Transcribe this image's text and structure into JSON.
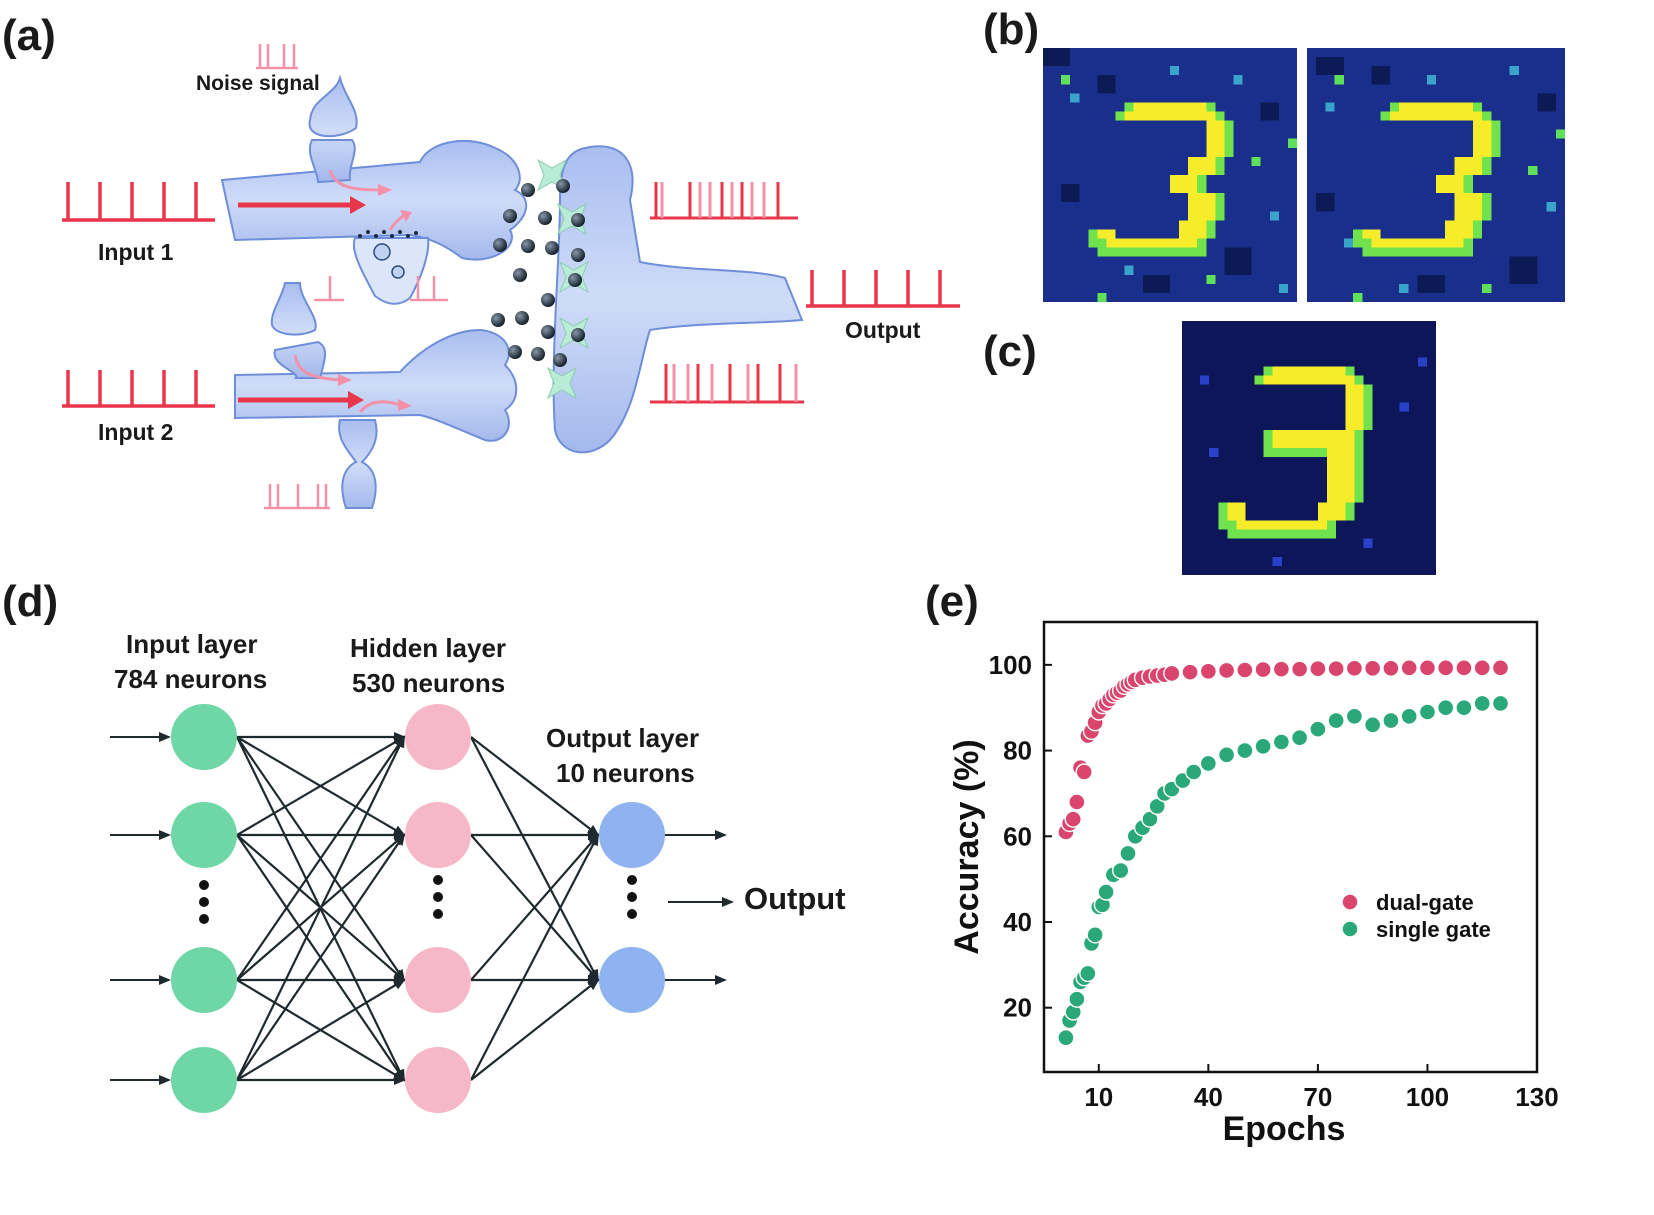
{
  "panels": {
    "a": "(a)",
    "b": "(b)",
    "c": "(c)",
    "d": "(d)",
    "e": "(e)"
  },
  "panel_a": {
    "noise_label": "Noise signal",
    "input1_label": "Input 1",
    "input2_label": "Input 2",
    "output_label": "Output"
  },
  "panel_d": {
    "input_layer": {
      "name": "Input layer",
      "count": "784 neurons"
    },
    "hidden_layer": {
      "name": "Hidden layer",
      "count": "530 neurons"
    },
    "output_layer": {
      "name": "Output layer",
      "count": "10 neurons"
    },
    "output_label": "Output",
    "colors": {
      "input": "#6fd6a6",
      "hidden": "#f6b8c8",
      "output": "#8fb2f0",
      "edge": "#1f2a2e"
    }
  },
  "chart_data": {
    "type": "scatter",
    "xlabel": "Epochs",
    "ylabel": "Accuracy (%)",
    "xlim": [
      -5,
      130
    ],
    "ylim": [
      5,
      110
    ],
    "xticks": [
      10,
      40,
      70,
      100,
      130
    ],
    "yticks": [
      20,
      40,
      60,
      80,
      100
    ],
    "legend_position": "bottom-right",
    "series": [
      {
        "name": "dual-gate",
        "color": "#d9456d",
        "x": [
          1,
          2,
          3,
          4,
          5,
          6,
          7,
          8,
          9,
          10,
          11,
          12,
          13,
          14,
          15,
          16,
          17,
          18,
          19,
          20,
          22,
          24,
          26,
          28,
          30,
          35,
          40,
          45,
          50,
          55,
          60,
          65,
          70,
          75,
          80,
          85,
          90,
          95,
          100,
          105,
          110,
          115,
          120
        ],
        "y": [
          61,
          63,
          64,
          68,
          76,
          75,
          83.5,
          84.5,
          86.5,
          89,
          90.5,
          91,
          92,
          93,
          93.5,
          94,
          95,
          95.5,
          96,
          96.5,
          97,
          97.3,
          97.5,
          97.7,
          98,
          98.3,
          98.5,
          98.7,
          98.8,
          98.9,
          99,
          99,
          99.1,
          99.1,
          99.2,
          99.2,
          99.2,
          99.3,
          99.3,
          99.3,
          99.3,
          99.3,
          99.3
        ]
      },
      {
        "name": "single gate",
        "color": "#2aa87a",
        "x": [
          1,
          2,
          3,
          4,
          5,
          6,
          7,
          8,
          9,
          10,
          11,
          12,
          14,
          16,
          18,
          20,
          22,
          24,
          26,
          28,
          30,
          33,
          36,
          40,
          45,
          50,
          55,
          60,
          65,
          70,
          75,
          80,
          85,
          90,
          95,
          100,
          105,
          110,
          115,
          120
        ],
        "y": [
          13,
          17,
          19,
          22,
          26,
          27,
          28,
          35,
          37,
          43.5,
          44,
          47,
          51,
          52,
          56,
          60,
          62,
          64,
          67,
          70,
          71,
          73,
          75,
          77,
          79,
          80,
          81,
          82,
          83,
          85,
          87,
          88,
          86,
          87,
          88,
          89,
          90,
          90,
          91,
          91
        ]
      }
    ]
  }
}
